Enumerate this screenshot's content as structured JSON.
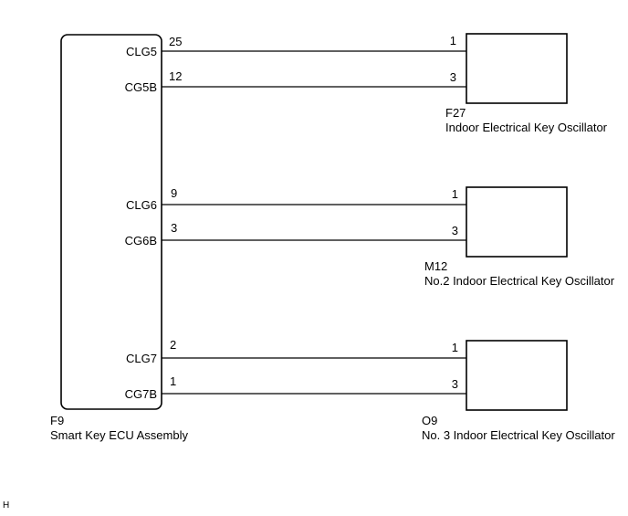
{
  "ecu": {
    "code": "F9",
    "name": "Smart Key ECU Assembly",
    "pins": [
      "CLG5",
      "CG5B",
      "CLG6",
      "CG6B",
      "CLG7",
      "CG7B"
    ]
  },
  "wires": [
    {
      "ecu_pin": "CLG5",
      "ecu_no": "25",
      "dev_no": "1"
    },
    {
      "ecu_pin": "CG5B",
      "ecu_no": "12",
      "dev_no": "3"
    },
    {
      "ecu_pin": "CLG6",
      "ecu_no": "9",
      "dev_no": "1"
    },
    {
      "ecu_pin": "CG6B",
      "ecu_no": "3",
      "dev_no": "3"
    },
    {
      "ecu_pin": "CLG7",
      "ecu_no": "2",
      "dev_no": "1"
    },
    {
      "ecu_pin": "CG7B",
      "ecu_no": "1",
      "dev_no": "3"
    }
  ],
  "devices": [
    {
      "code": "F27",
      "name": "Indoor Electrical Key Oscillator"
    },
    {
      "code": "M12",
      "name": "No.2 Indoor Electrical Key Oscillator"
    },
    {
      "code": "O9",
      "name": "No. 3 Indoor Electrical Key Oscillator"
    }
  ],
  "corner_mark": "H"
}
